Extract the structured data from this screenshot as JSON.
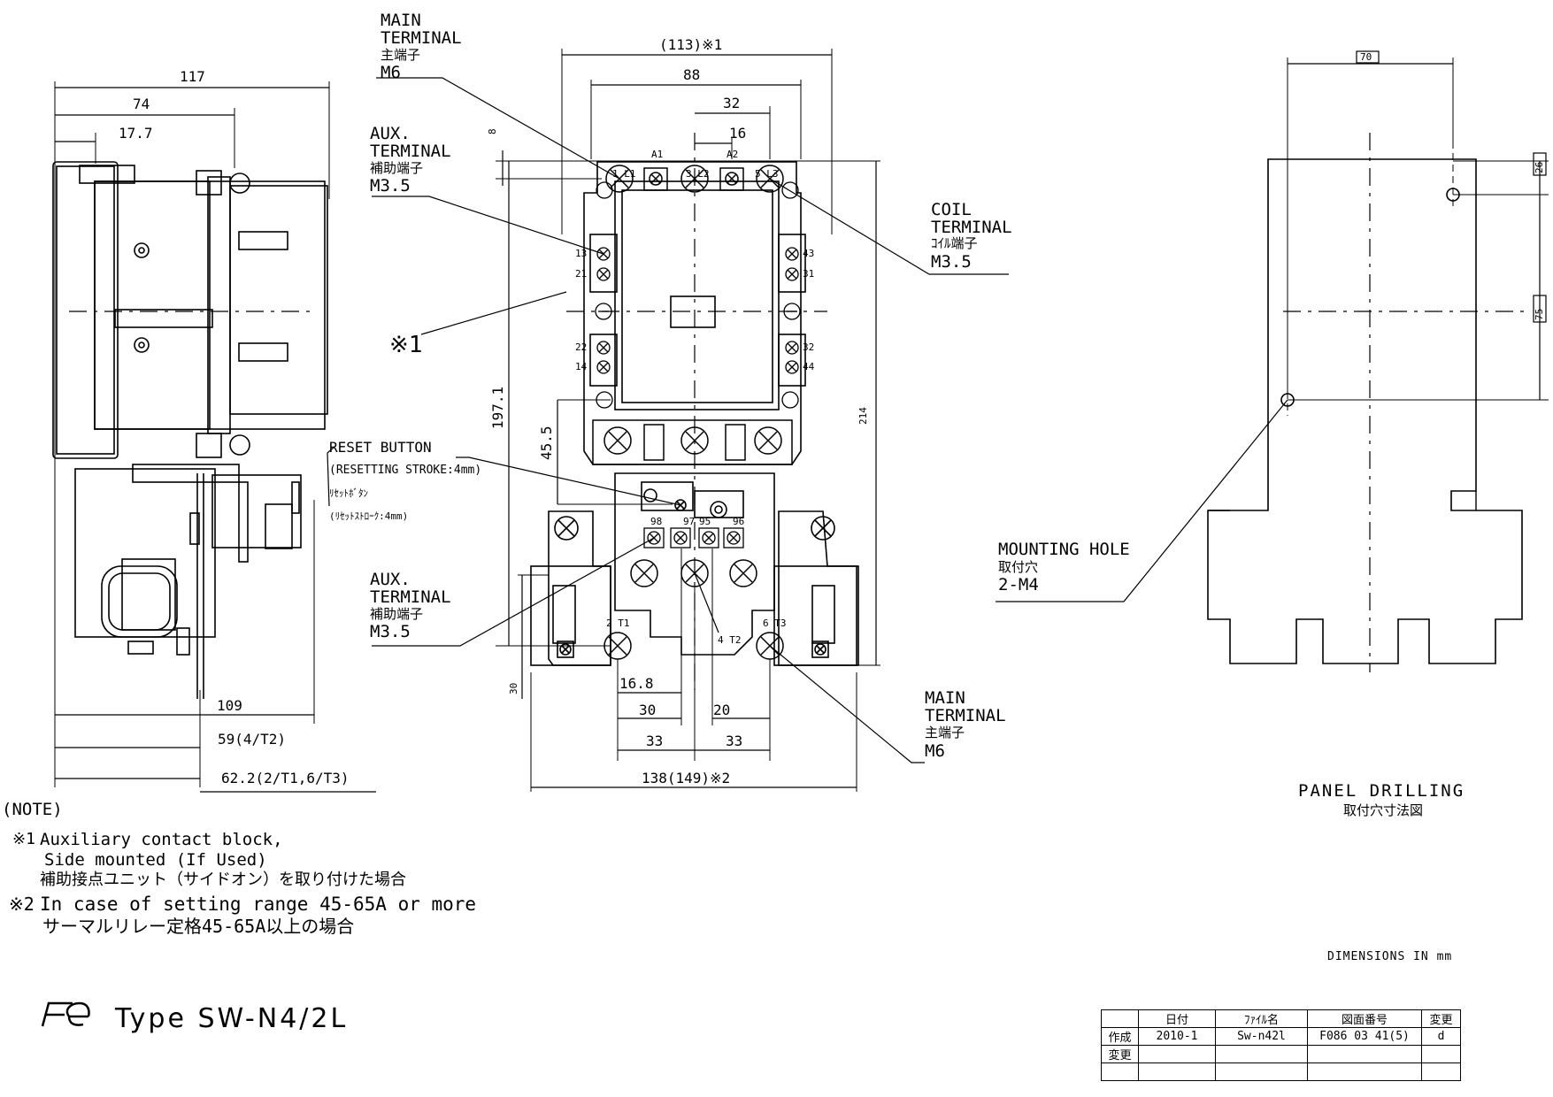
{
  "title": {
    "model": "Type SW-N4/2L"
  },
  "labels": {
    "main_terminal_top": {
      "en1": "MAIN",
      "en2": "TERMINAL",
      "jp": "主端子",
      "size": "M6"
    },
    "aux_terminal_top": {
      "en1": "AUX.",
      "en2": "TERMINAL",
      "jp": "補助端子",
      "size": "M3.5"
    },
    "coil_terminal": {
      "en1": "COIL",
      "en2": "TERMINAL",
      "jp": "ｺｲﾙ端子",
      "size": "M3.5"
    },
    "note1_mark": "※1",
    "reset_button": {
      "en1": "RESET BUTTON",
      "en2": "(RESETTING STROKE:4mm)",
      "jp1": "ﾘｾｯﾄﾎﾞﾀﾝ",
      "jp2": "(ﾘｾｯﾄｽﾄﾛｰｸ:4mm)"
    },
    "aux_terminal_bottom": {
      "en1": "AUX.",
      "en2": "TERMINAL",
      "jp": "補助端子",
      "size": "M3.5"
    },
    "main_terminal_bottom": {
      "en1": "MAIN",
      "en2": "TERMINAL",
      "jp": "主端子",
      "size": "M6"
    },
    "mounting_hole": {
      "en": "MOUNTING HOLE",
      "jp": "取付穴",
      "size": "2-M4"
    },
    "panel_drilling": {
      "en": "PANEL DRILLING",
      "jp": "取付穴寸法図"
    },
    "units": "DIMENSIONS IN mm"
  },
  "terminal_marks": {
    "a1": "A1",
    "a2": "A2",
    "l1": "1 L1",
    "l2": "3 L2",
    "l3": "5 L3",
    "aux_left": [
      "13",
      "21",
      "22",
      "14"
    ],
    "aux_right": [
      "43",
      "31",
      "32",
      "44"
    ],
    "t1": "2 T1",
    "t2": "4 T2",
    "t3": "6 T3",
    "r98": "98",
    "r97": "97",
    "r95": "95",
    "r96": "96"
  },
  "dimensions": {
    "side": {
      "d117": "117",
      "d74": "74",
      "d17_7": "17.7",
      "d109": "109",
      "d59": "59(4/T2)",
      "d62_2": "62.2(2/T1,6/T3)"
    },
    "front": {
      "d113": "(113)※1",
      "d88": "88",
      "d32": "32",
      "d16": "16",
      "d8": "8",
      "d197_1": "197.1",
      "d45_5": "45.5",
      "d214": "214",
      "d30v": "30",
      "d16_8": "16.8",
      "d30h": "30",
      "d20": "20",
      "d33a": "33",
      "d33b": "33",
      "d138": "138(149)※2"
    },
    "panel": {
      "d70": "70",
      "d26": "26",
      "d75": "75"
    }
  },
  "notes": {
    "heading": "(NOTE)",
    "n1_mark": "※1",
    "n1_line1": "Auxiliary contact block,",
    "n1_line2": "Side mounted (If Used)",
    "n1_jp": "補助接点ユニット（サイドオン）を取り付けた場合",
    "n2_mark": "※2",
    "n2_line1": "In case of setting range 45-65A or more",
    "n2_jp": "サーマルリレー定格45-65A以上の場合"
  },
  "title_block": {
    "headers": [
      "日付",
      "ﾌｧｲﾙ名",
      "図面番号",
      "変更"
    ],
    "rows": [
      {
        "label": "作成",
        "date": "2010-1",
        "file": "Sw-n42l",
        "number": "F086 03 41(5)",
        "rev": "d"
      },
      {
        "label": "変更",
        "date": "",
        "file": "",
        "number": "",
        "rev": ""
      },
      {
        "label": "",
        "date": "",
        "file": "",
        "number": "",
        "rev": ""
      }
    ]
  }
}
